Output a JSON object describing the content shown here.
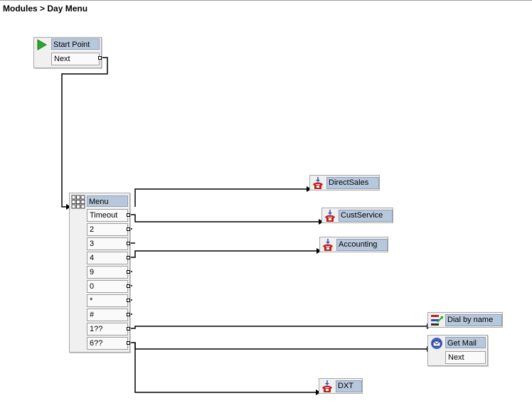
{
  "breadcrumb": {
    "parent": "Modules",
    "separator": ">",
    "current": "Day Menu"
  },
  "start_node": {
    "title": "Start Point",
    "next_label": "Next"
  },
  "menu_node": {
    "title": "Menu",
    "options": [
      "Timeout",
      "2",
      "3",
      "4",
      "9",
      "0",
      "*",
      "#",
      "1??",
      "6??"
    ]
  },
  "targets": {
    "direct_sales": "DirectSales",
    "cust_service": "CustService",
    "accounting": "Accounting",
    "dial_by_name": "Dial by name",
    "get_mail": "Get Mail",
    "get_mail_next": "Next",
    "dxt": "DXT"
  },
  "colors": {
    "header_fill": "#b8c8dc",
    "wire": "#000000",
    "play_green": "#2aa82a",
    "phone_red": "#c02020"
  }
}
